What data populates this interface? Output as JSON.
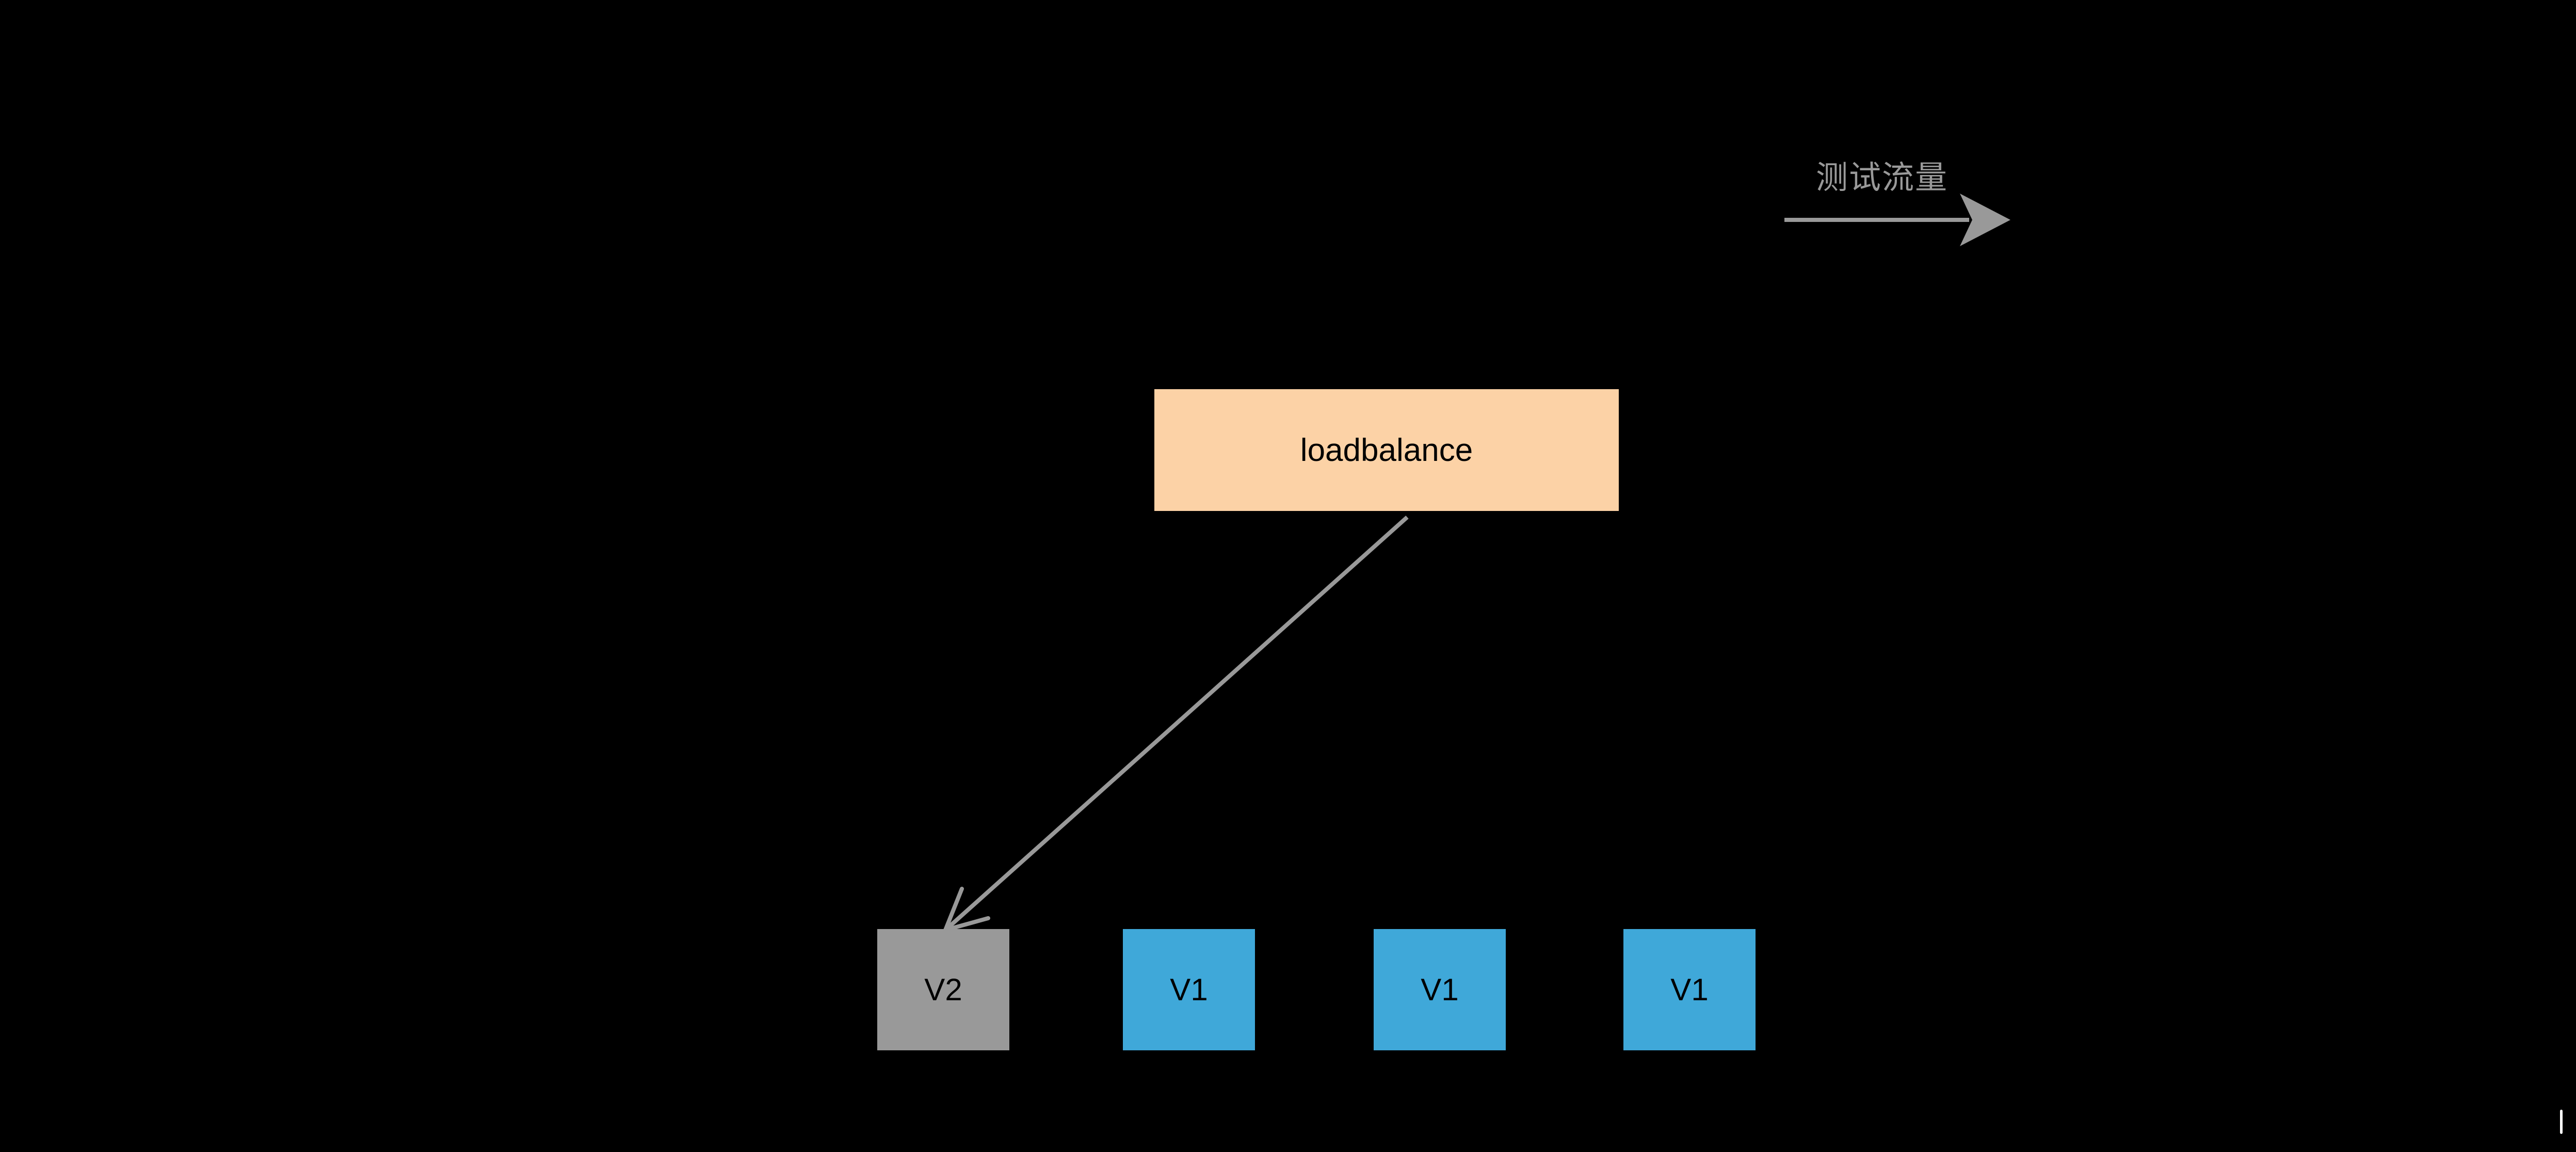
{
  "diagram": {
    "background": "#000000",
    "legend": {
      "label": "测试流量",
      "text_color": "#999999",
      "arrow_color": "#999999",
      "arrow_direction": "right"
    },
    "loadbalancer": {
      "label": "loadbalance",
      "fill": "#FCD2A6",
      "text_color": "#000000"
    },
    "edge_loadbalance_to_v2": {
      "from": "loadbalance",
      "to": "V2",
      "color": "#999999",
      "arrowhead": "open-chevron"
    },
    "instances": [
      {
        "label": "V2",
        "fill": "#999999",
        "text_color": "#000000"
      },
      {
        "label": "V1",
        "fill": "#3FA8D9",
        "text_color": "#000000"
      },
      {
        "label": "V1",
        "fill": "#3FA8D9",
        "text_color": "#000000"
      },
      {
        "label": "V1",
        "fill": "#3FA8D9",
        "text_color": "#000000"
      }
    ],
    "text_cursor": {
      "color": "#FFFFFF"
    }
  }
}
